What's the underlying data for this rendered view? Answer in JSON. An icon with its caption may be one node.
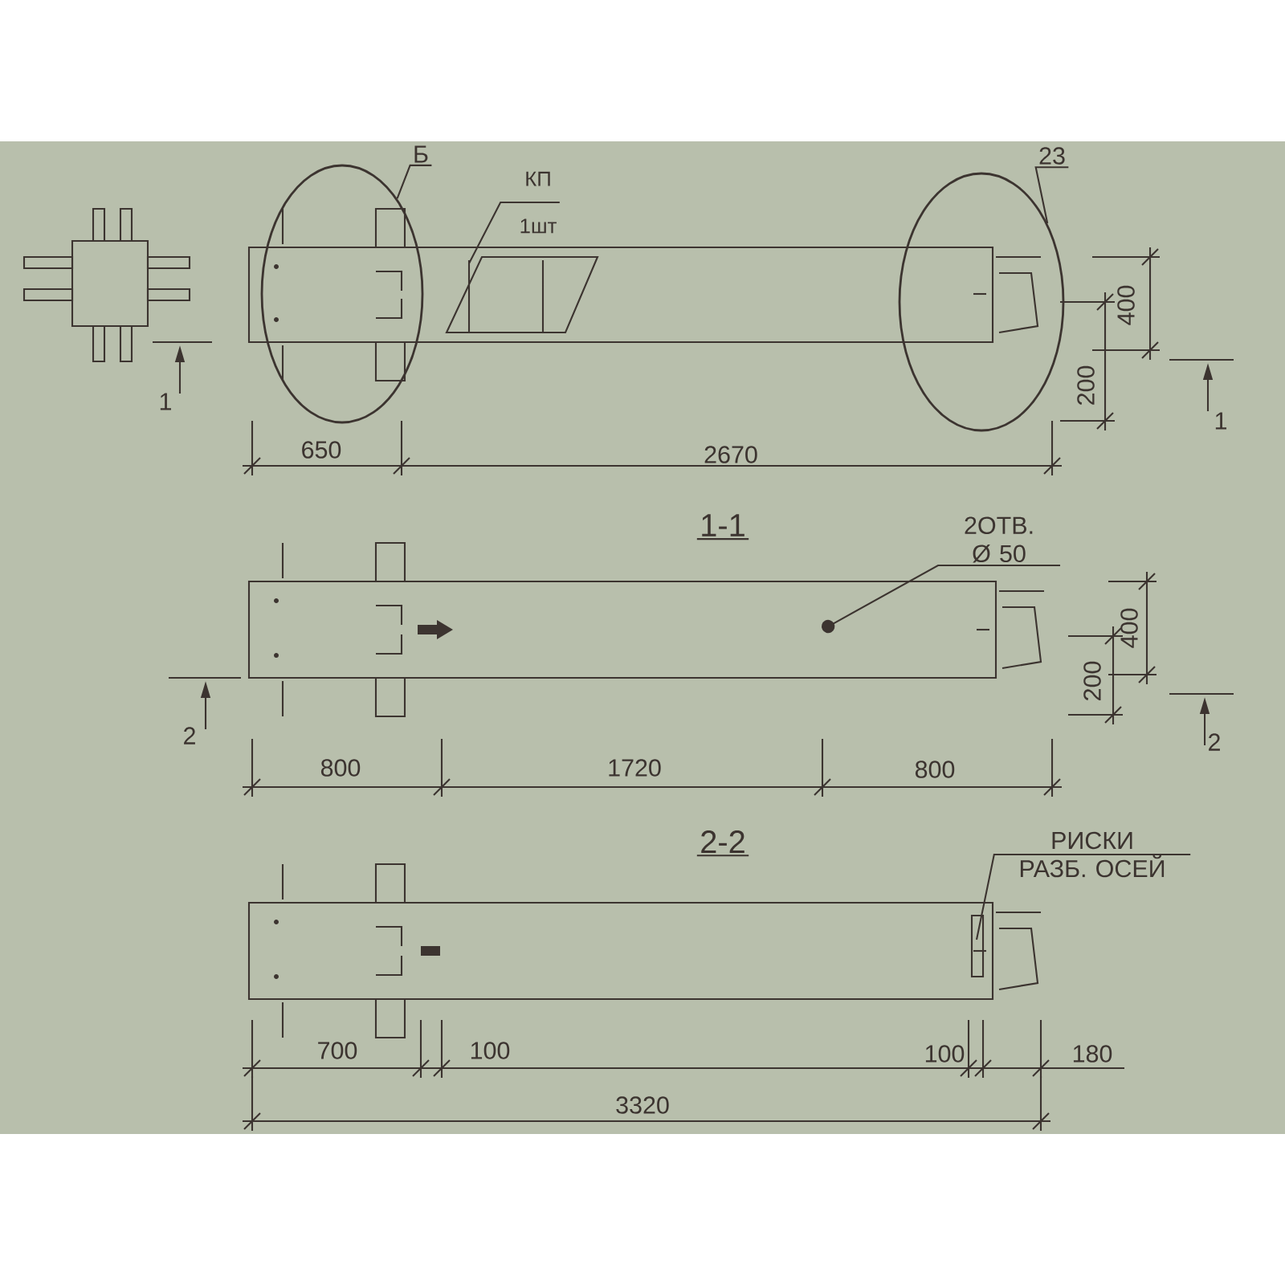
{
  "diagram": {
    "nodes": [
      {
        "text": [
          "Б"
        ]
      },
      {
        "text": [],
        "shape": "circle"
      },
      {
        "text": [
          "23"
        ]
      },
      {
        "text": [],
        "shape": "circle"
      },
      {
        "text": [
          "КП",
          "1шт"
        ]
      },
      {
        "text": [
          "2ОТВ. Ø 50"
        ]
      },
      {
        "text": [
          "РИСКИ РАЗБ. ОСЕЙ"
        ]
      }
    ],
    "edges": [
      {
        "from": 0,
        "to": 1,
        "arrow": "none"
      },
      {
        "from": 2,
        "to": 3,
        "arrow": "none"
      },
      {
        "from": 4,
        "to": null,
        "arrow": "none"
      },
      {
        "from": 5,
        "to": null,
        "arrow": "other"
      },
      {
        "from": 6,
        "to": null,
        "arrow": "none"
      }
    ],
    "labels": [
      "1",
      "400",
      "200",
      "1",
      "650",
      "2670",
      "1-1",
      "400",
      "200",
      "2",
      "2",
      "800",
      "1720",
      "800",
      "2-2",
      "700",
      "100",
      "100",
      "180",
      "3320"
    ]
  }
}
